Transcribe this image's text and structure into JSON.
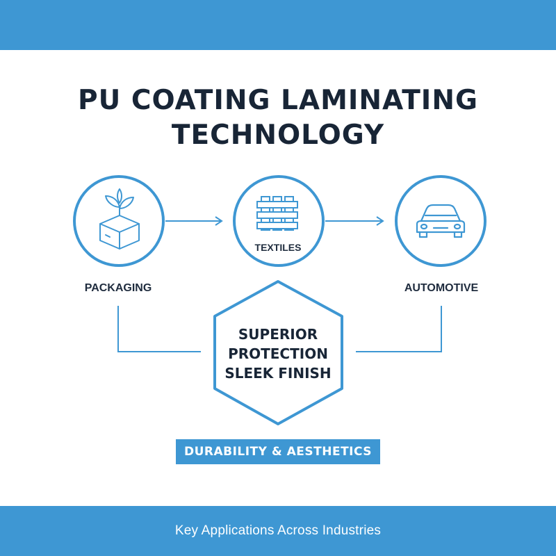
{
  "colors": {
    "accent": "#3e97d3",
    "text_dark": "#182536",
    "background": "#ffffff"
  },
  "title": {
    "line1": "PU COATING LAMINATING",
    "line2": "TECHNOLOGY"
  },
  "nodes": {
    "packaging": {
      "label": "PACKAGING",
      "icon": "box-with-leaves-icon"
    },
    "textiles": {
      "label": "TEXTILES",
      "icon": "woven-fabric-icon"
    },
    "automotive": {
      "label": "AUTOMOTIVE",
      "icon": "car-icon"
    }
  },
  "center": {
    "line1": "SUPERIOR",
    "line2": "PROTECTION",
    "line3": "SLEEK FINISH"
  },
  "tag": "DURABILITY & AESTHETICS",
  "footer": "Key Applications Across Industries"
}
